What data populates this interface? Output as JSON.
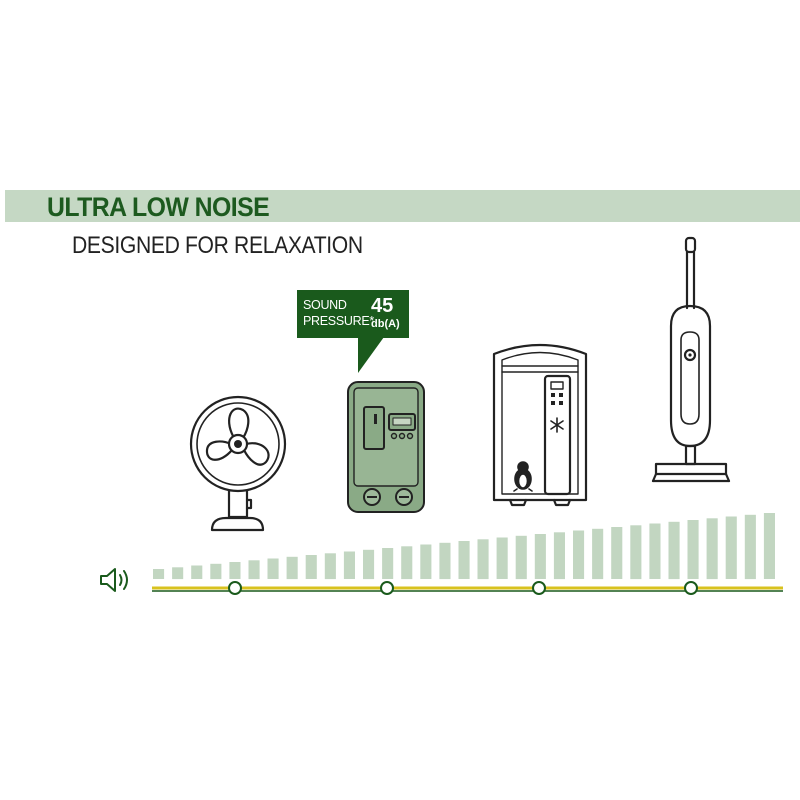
{
  "header": {
    "title": "ULTRA LOW NOISE",
    "subtitle": "DESIGNED FOR RELAXATION"
  },
  "callout": {
    "line1": "SOUND",
    "line2": "PRESSURE*",
    "value": "45",
    "unit": "db(A)"
  },
  "icons": [
    "fan-icon",
    "pump-device-icon",
    "air-conditioner-icon",
    "vacuum-cleaner-icon",
    "speaker-icon"
  ],
  "colors": {
    "brand_green": "#1a5a1c",
    "band_green": "#c5d8c4",
    "scale_bar_green": "#c2d6c1",
    "device_green": "#8aaa86",
    "axis_yellow": "#d8c21e"
  }
}
